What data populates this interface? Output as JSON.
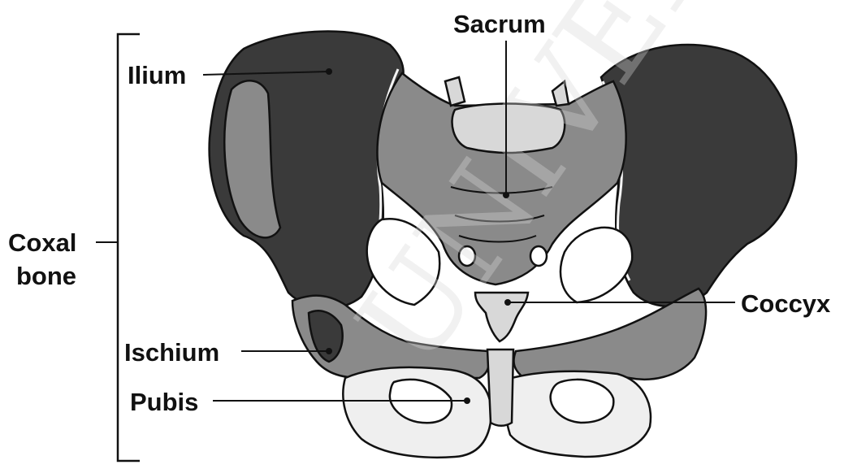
{
  "labels": {
    "sacrum": "Sacrum",
    "ilium": "Ilium",
    "coxal_line1": "Coxal",
    "coxal_line2": "bone",
    "coccyx": "Coccyx",
    "ischium": "Ischium",
    "pubis": "Pubis"
  },
  "watermark": "UNIVERSE",
  "colors": {
    "bone_dark": "#3a3a3a",
    "bone_mid": "#8a8a8a",
    "bone_light": "#d8d8d8",
    "outline": "#111111",
    "background": "#ffffff"
  }
}
